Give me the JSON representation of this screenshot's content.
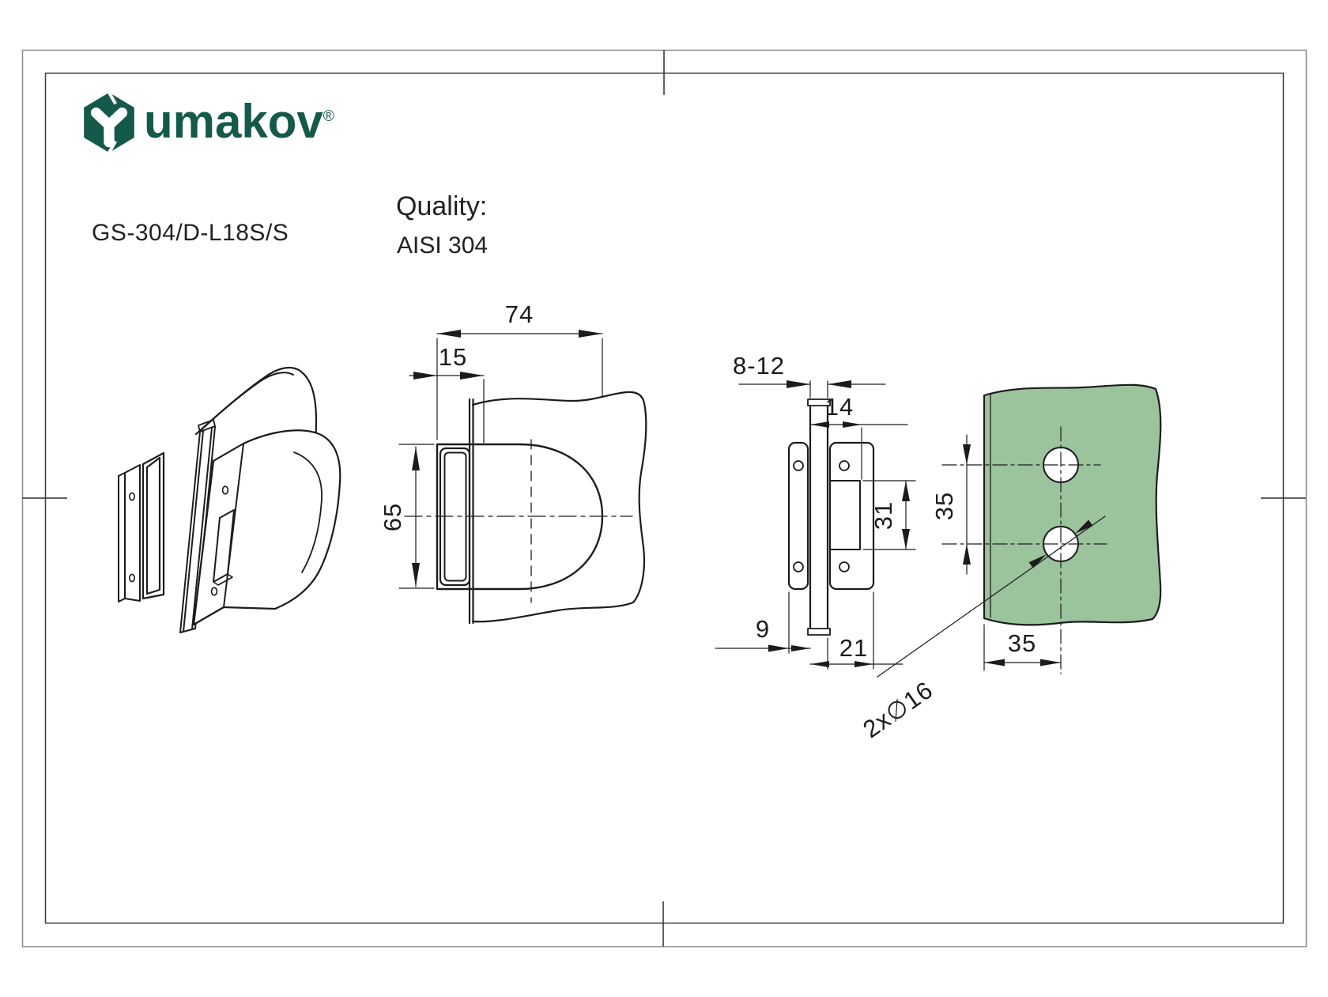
{
  "brand": {
    "name": "umakov",
    "registered_mark": "®",
    "logo_green": "#14594a"
  },
  "header": {
    "product_code": "GS-304/D-L18S/S",
    "quality_label": "Quality:",
    "quality_value": "AISI 304"
  },
  "drawing": {
    "front_view": {
      "width": "74",
      "plate_offset": "15",
      "height": "65"
    },
    "side_view": {
      "glass_thickness": "8-12",
      "strike_depth": "14",
      "cutout_height": "31",
      "plate_thickness": "9",
      "total_depth": "21"
    },
    "glass_view": {
      "hole_spacing": "35",
      "edge_distance": "35",
      "hole_callout": "2x∅16",
      "glass_fill": "#9bc49d"
    }
  }
}
